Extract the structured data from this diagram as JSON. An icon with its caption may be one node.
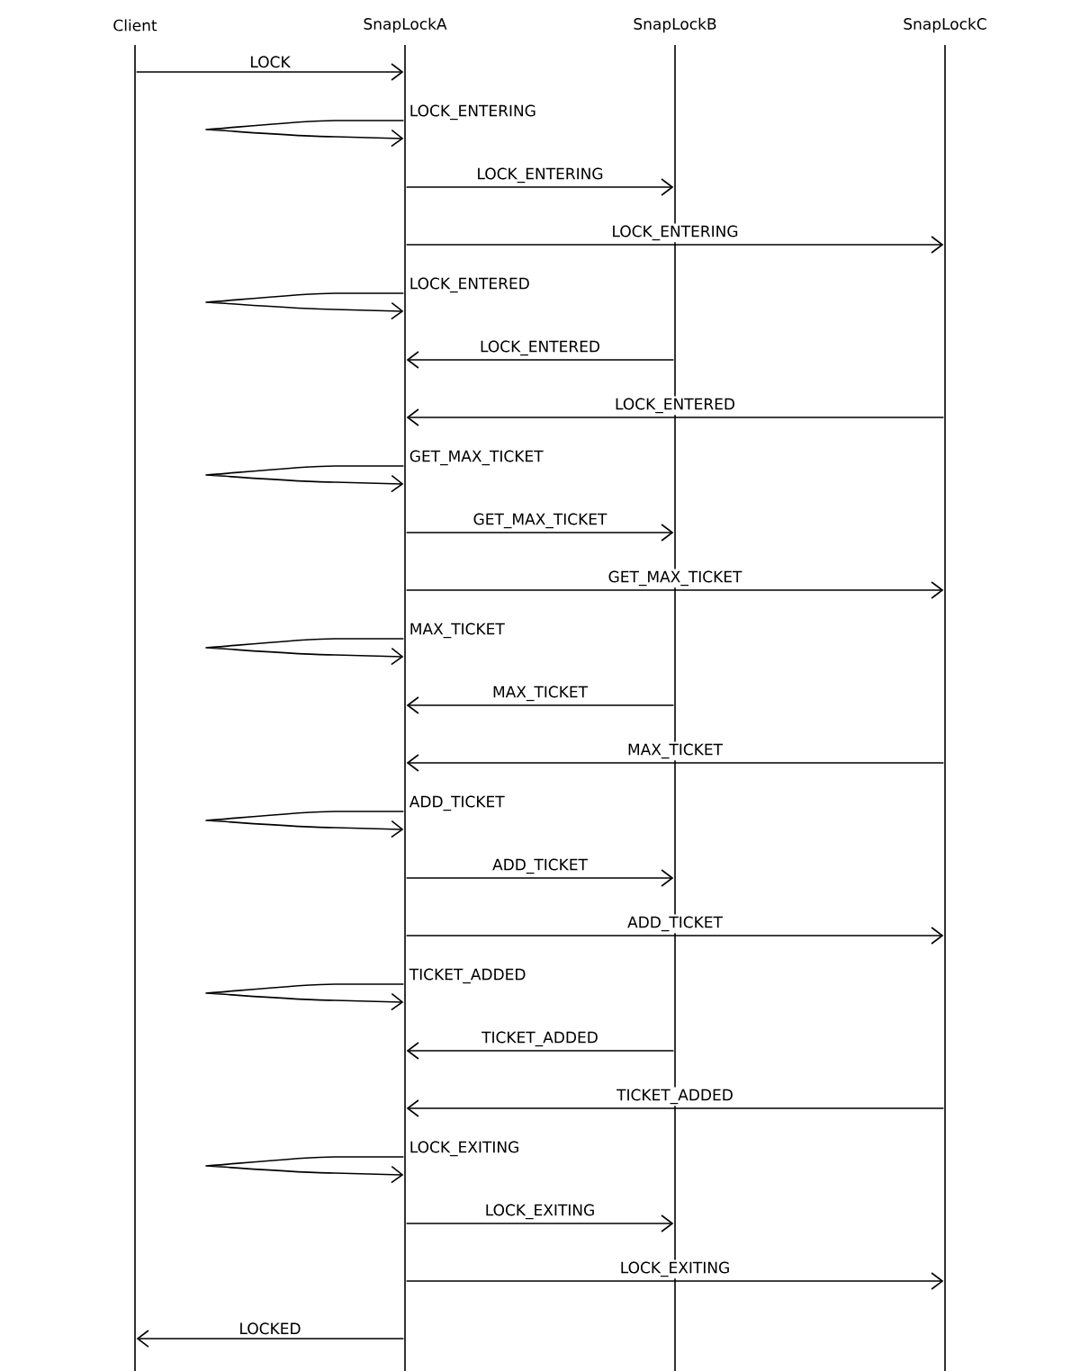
{
  "diagram": {
    "nodes": [
      {
        "text": [],
        "shape": "bar",
        "beside": [
          "Client"
        ]
      },
      {
        "text": [],
        "shape": "bar",
        "beside": [
          "SnapLockA"
        ]
      },
      {
        "text": [],
        "shape": "bar",
        "beside": [
          "SnapLockB"
        ]
      },
      {
        "text": [],
        "shape": "bar",
        "beside": [
          "SnapLockC"
        ]
      }
    ],
    "edges": [
      {
        "from": 0,
        "to": 1,
        "arrow": "to",
        "label": "LOCK"
      },
      {
        "from": 1,
        "to": 1,
        "arrow": "to",
        "label": "LOCK_ENTERING"
      },
      {
        "from": 1,
        "to": 2,
        "arrow": "to",
        "label": "LOCK_ENTERING"
      },
      {
        "from": 1,
        "to": 3,
        "arrow": "to",
        "label": "LOCK_ENTERING"
      },
      {
        "from": 1,
        "to": 1,
        "arrow": "to",
        "label": "LOCK_ENTERED"
      },
      {
        "from": 2,
        "to": 1,
        "arrow": "to",
        "label": "LOCK_ENTERED"
      },
      {
        "from": 3,
        "to": 1,
        "arrow": "to",
        "label": "LOCK_ENTERED"
      },
      {
        "from": 1,
        "to": 1,
        "arrow": "to",
        "label": "GET_MAX_TICKET"
      },
      {
        "from": 1,
        "to": 2,
        "arrow": "to",
        "label": "GET_MAX_TICKET"
      },
      {
        "from": 1,
        "to": 3,
        "arrow": "to",
        "label": "GET_MAX_TICKET"
      },
      {
        "from": 1,
        "to": 1,
        "arrow": "to",
        "label": "MAX_TICKET"
      },
      {
        "from": 2,
        "to": 1,
        "arrow": "to",
        "label": "MAX_TICKET"
      },
      {
        "from": 3,
        "to": 1,
        "arrow": "to",
        "label": "MAX_TICKET"
      },
      {
        "from": 1,
        "to": 1,
        "arrow": "to",
        "label": "ADD_TICKET"
      },
      {
        "from": 1,
        "to": 2,
        "arrow": "to",
        "label": "ADD_TICKET"
      },
      {
        "from": 1,
        "to": 3,
        "arrow": "to",
        "label": "ADD_TICKET"
      },
      {
        "from": 1,
        "to": 1,
        "arrow": "to",
        "label": "TICKET_ADDED"
      },
      {
        "from": 2,
        "to": 1,
        "arrow": "to",
        "label": "TICKET_ADDED"
      },
      {
        "from": 3,
        "to": 1,
        "arrow": "to",
        "label": "TICKET_ADDED"
      },
      {
        "from": 1,
        "to": 1,
        "arrow": "to",
        "label": "LOCK_EXITING"
      },
      {
        "from": 1,
        "to": 2,
        "arrow": "to",
        "label": "LOCK_EXITING"
      },
      {
        "from": 1,
        "to": 3,
        "arrow": "to",
        "label": "LOCK_EXITING"
      },
      {
        "from": 1,
        "to": 0,
        "arrow": "to",
        "label": "LOCKED"
      }
    ]
  }
}
